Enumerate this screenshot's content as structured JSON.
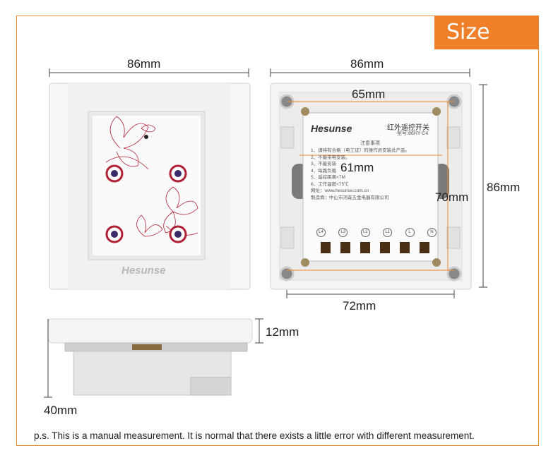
{
  "badge": {
    "title": "Size"
  },
  "dimensions": {
    "front_width": "86mm",
    "back_width": "86mm",
    "back_height": "86mm",
    "screw_spacing": "65mm",
    "slot_spacing": "61mm",
    "vertical_spacing": "70mm",
    "bottom_spacing": "72mm",
    "panel_thickness": "12mm",
    "total_depth": "40mm"
  },
  "product": {
    "brand": "Hesunse",
    "brand_back": "Hesunse",
    "back_title": "红外遥控开关",
    "model": "型号:86HY-C4",
    "caution_title": "注意事项",
    "instructions": [
      "1、请持有合格（电工证）的操作员安装此产品。",
      "2、不能带电安装。",
      "3、不能安装",
      "4、每路负载",
      "5、遥控距离<7M",
      "6、工作温度<75℃"
    ],
    "website": "网址：www.hesunse.com.cn",
    "manufacturer": "制造商：中山市河森五金电器有限公司",
    "terminals": [
      "L4",
      "L3",
      "L2",
      "L1",
      "L",
      "N"
    ]
  },
  "note": "p.s. This is a manual measurement. It is normal that there exists a little error with different measurement.",
  "colors": {
    "accent": "#f07f2a",
    "flower": "#b21f35"
  }
}
